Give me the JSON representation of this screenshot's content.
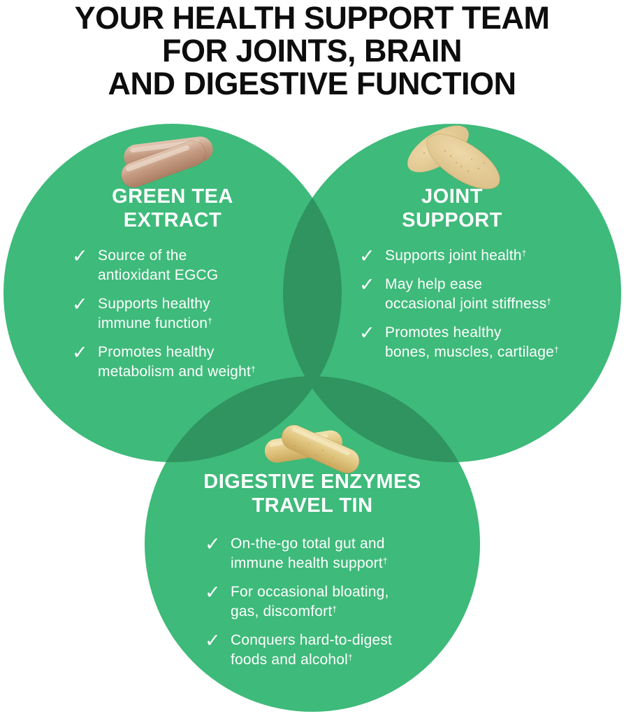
{
  "title": {
    "lines": [
      "YOUR HEALTH SUPPORT TEAM",
      "FOR JOINTS, BRAIN",
      "AND DIGESTIVE FUNCTION"
    ],
    "color": "#0d0d0d"
  },
  "venn": {
    "base_color": "#3eba7a",
    "overlap_color": "#2f9460",
    "background_color": "#ffffff"
  },
  "text_color": "#ffffff",
  "bullet_check": "✓",
  "sections": [
    {
      "id": "green-tea-extract",
      "icon": "green-tea-capsules-icon",
      "heading_lines": [
        "GREEN TEA",
        "EXTRACT"
      ],
      "bullets": [
        [
          "Source of the",
          "antioxidant EGCG"
        ],
        [
          "Supports healthy",
          "immune function†"
        ],
        [
          "Promotes healthy",
          "metabolism and weight†"
        ]
      ]
    },
    {
      "id": "joint-support",
      "icon": "joint-tablets-icon",
      "heading_lines": [
        "JOINT",
        "SUPPORT"
      ],
      "bullets": [
        [
          "Supports joint health†"
        ],
        [
          "May help ease",
          "occasional joint stiffness†"
        ],
        [
          "Promotes healthy",
          "bones, muscles, cartilage†"
        ]
      ]
    },
    {
      "id": "digestive-enzymes-travel-tin",
      "icon": "digestive-capsules-icon",
      "heading_lines": [
        "DIGESTIVE ENZYMES",
        "TRAVEL TIN"
      ],
      "bullets": [
        [
          "On-the-go total gut and",
          "immune health support†"
        ],
        [
          "For occasional bloating,",
          "gas, discomfort†"
        ],
        [
          "Conquers hard-to-digest",
          "foods and alcohol†"
        ]
      ]
    }
  ],
  "icons": {
    "green_tea_capsules": {
      "shell": "#e3c6b2",
      "body": "#c49b82",
      "shade": "#aa7e62",
      "highlight": "#f1e2d5"
    },
    "joint_tablets": {
      "light": "#eed9a9",
      "dark": "#d7ba80",
      "speckle": "#a9873f"
    },
    "digestive_capsules": {
      "light": "#f2e2ae",
      "body": "#e0c57f",
      "shade": "#caa75c",
      "highlight": "#f8edc6"
    }
  }
}
